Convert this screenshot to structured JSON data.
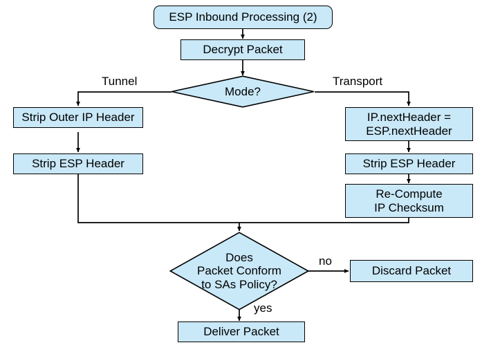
{
  "diagram": {
    "title": "ESP Inbound Processing (2)",
    "type": "flowchart",
    "colors": {
      "node_fill": "#c9e8f8",
      "node_stroke": "#000000",
      "background": "#ffffff",
      "text": "#000000"
    },
    "nodes": [
      {
        "id": "start",
        "shape": "rounded-rect",
        "label": "ESP Inbound Processing (2)"
      },
      {
        "id": "decrypt",
        "shape": "rect",
        "label": "Decrypt Packet"
      },
      {
        "id": "mode",
        "shape": "diamond",
        "label": "Mode?"
      },
      {
        "id": "strip_outer_ip",
        "shape": "rect",
        "label": "Strip Outer IP Header"
      },
      {
        "id": "strip_esp_tunnel",
        "shape": "rect",
        "label": "Strip ESP Header"
      },
      {
        "id": "next_header",
        "shape": "rect",
        "label": "IP.nextHeader =\nESP.nextHeader"
      },
      {
        "id": "strip_esp_tr",
        "shape": "rect",
        "label": "Strip ESP Header"
      },
      {
        "id": "recompute",
        "shape": "rect",
        "label": "Re-Compute\nIP Checksum"
      },
      {
        "id": "conform",
        "shape": "diamond",
        "label": "Does\nPacket Conform\nto SAs Policy?"
      },
      {
        "id": "discard",
        "shape": "rect",
        "label": "Discard Packet"
      },
      {
        "id": "deliver",
        "shape": "rect",
        "label": "Deliver Packet"
      }
    ],
    "edge_labels": {
      "tunnel": "Tunnel",
      "transport": "Transport",
      "no": "no",
      "yes": "yes"
    }
  }
}
